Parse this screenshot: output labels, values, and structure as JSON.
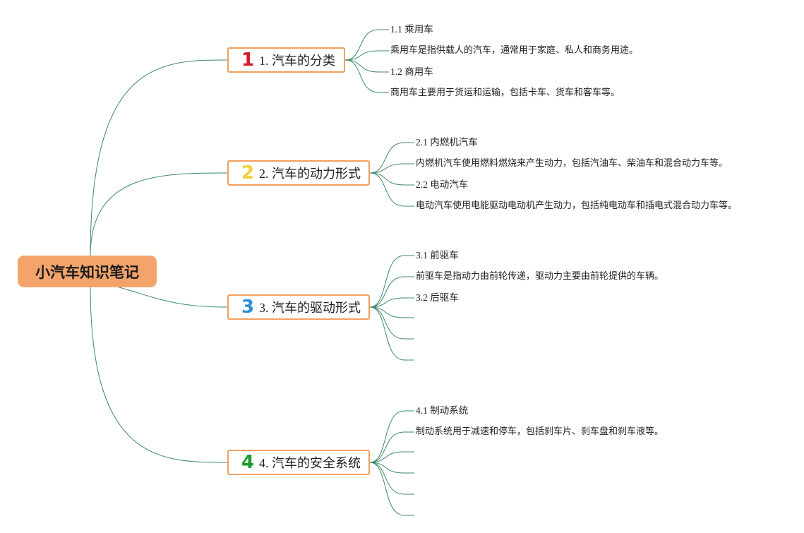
{
  "root": {
    "title": "小汽车知识笔记"
  },
  "sections": [
    {
      "number": "1",
      "number_color": "#d7192a",
      "label": "1. 汽车的分类",
      "leaves": [
        "1.1 乘用车",
        "乘用车是指供载人的汽车，通常用于家庭、私人和商务用途。",
        "1.2 商用车",
        "商用车主要用于货运和运输，包括卡车、货车和客车等。"
      ]
    },
    {
      "number": "2",
      "number_color": "#f2cf3a",
      "label": "2. 汽车的动力形式",
      "leaves": [
        "2.1 内燃机汽车",
        "内燃机汽车使用燃料燃烧来产生动力，包括汽油车、柴油车和混合动力车等。",
        "2.2 电动汽车",
        "电动汽车使用电能驱动电动机产生动力，包括纯电动车和插电式混合动力车等。"
      ]
    },
    {
      "number": "3",
      "number_color": "#2b8fd8",
      "label": "3. 汽车的驱动形式",
      "leaves": [
        "3.1 前驱车",
        "前驱车是指动力由前轮传递，驱动力主要由前轮提供的车辆。",
        "3.2 后驱车",
        "",
        "",
        ""
      ]
    },
    {
      "number": "4",
      "number_color": "#1f9a2e",
      "label": "4. 汽车的安全系统",
      "leaves": [
        "4.1 制动系统",
        "制动系统用于减速和停车，包括刹车片、刹车盘和刹车液等。",
        "",
        "",
        "",
        ""
      ]
    }
  ],
  "colors": {
    "connector": "#3f8a6a",
    "root_fill": "#f3a46b",
    "branch_border": "#f0a060"
  }
}
